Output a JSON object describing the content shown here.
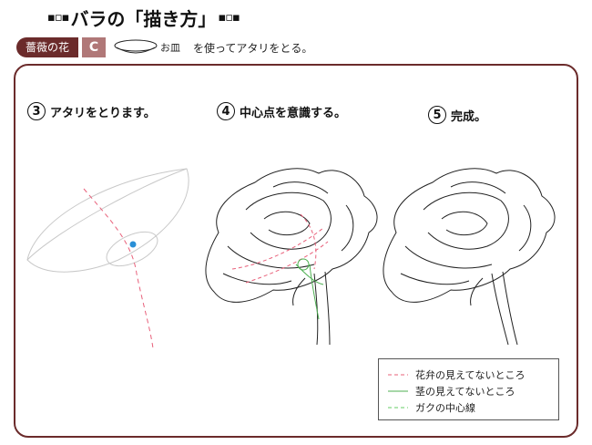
{
  "header": {
    "marker_left": "▪▫▪",
    "title": "バラの「描き方」",
    "marker_right": "▪▫▪"
  },
  "tag": {
    "category": "薔薇の花",
    "code": "C",
    "plate_label": "お皿",
    "description": "を使ってアタリをとる。"
  },
  "steps": [
    {
      "number": "3",
      "label": "アタリをとります。"
    },
    {
      "number": "4",
      "label": "中心点を意識する。"
    },
    {
      "number": "5",
      "label": "完成。"
    }
  ],
  "legend": [
    {
      "label": "花弁の見えてないところ",
      "color": "#e8607a",
      "style": "dashed"
    },
    {
      "label": "茎の見えてないところ",
      "color": "#4caf50",
      "style": "solid"
    },
    {
      "label": "ガクの中心線",
      "color": "#66cc66",
      "style": "dashed"
    }
  ],
  "colors": {
    "frame": "#6b2b2b",
    "accent_light": "#b07878",
    "center_dot": "#2a8fd6"
  }
}
